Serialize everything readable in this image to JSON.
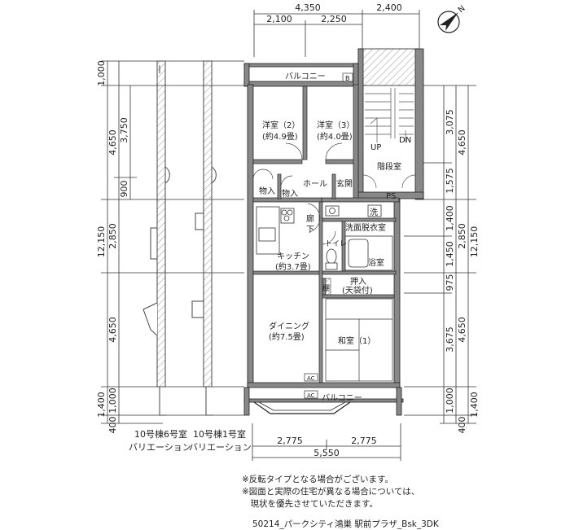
{
  "dimensions_top": {
    "total_left": "4,350",
    "total_right": "2,400",
    "sub_a": "2,100",
    "sub_b": "2,250"
  },
  "dimensions_bottom": {
    "sub_a": "2,775",
    "sub_b": "2,775",
    "total": "5,550"
  },
  "dimensions_left": {
    "d1000_top": "1,000",
    "d3750": "3,750",
    "d4650_top": "4,650",
    "d900": "900",
    "d12150": "12,150",
    "d2850": "2,850",
    "d4650_bottom": "4,650",
    "d1400": "1,400",
    "d1000_bottom": "1,000",
    "d400": "400"
  },
  "dimensions_right": {
    "d3075": "3,075",
    "d4650_top": "4,650",
    "d1575": "1,575",
    "d1400": "1,400",
    "d2850": "2,850",
    "d12150": "12,150",
    "d1450": "1,450",
    "d975": "975",
    "d3675": "3,675",
    "d4650_bottom": "4,650",
    "d1000": "1,000",
    "d1400_bottom": "1,400",
    "d400": "400"
  },
  "rooms": {
    "balcony_top": "バルコニー",
    "balcony_bottom": "バルコニー",
    "b_mark": "B",
    "western2_name": "洋室（2）",
    "western2_size": "(約4.9畳)",
    "western3_name": "洋室（3）",
    "western3_size": "(約4.0畳)",
    "staircase": "階段室",
    "up": "UP",
    "dn": "DN",
    "closet1": "物入",
    "closet2": "物入",
    "hall": "ホール",
    "entrance": "玄関",
    "ps": "PS",
    "washer": "洗",
    "corridor_1": "廊",
    "corridor_2": "下",
    "washroom": "洗面脱衣室",
    "toilet": "トイレ",
    "bath": "浴室",
    "kitchen_name": "キッチン",
    "kitchen_size": "(約3.7畳)",
    "oshiire": "押入",
    "oshiire_sub": "(天袋付)",
    "shelf": "棚",
    "dining_name": "ダイニング",
    "dining_size": "(約7.5畳)",
    "washitsu": "和室（1）",
    "ac1": "AC",
    "ac2": "AC"
  },
  "compass": {
    "north": "N"
  },
  "variations": {
    "v1_line1": "10号棟6号室",
    "v1_line2": "バリエーション",
    "v2_line1": "10号棟1号室",
    "v2_line2": "バリエーション"
  },
  "notes": {
    "line1": "※反転タイプとなる場合がございます。",
    "line2": "※図面と実際の住宅が異なる場合については、",
    "line3": "　現状を優先させていただきます。"
  },
  "footer": {
    "code": "50214_パークシティ鴻巣 駅前プラザ_Bsk_3DK"
  }
}
